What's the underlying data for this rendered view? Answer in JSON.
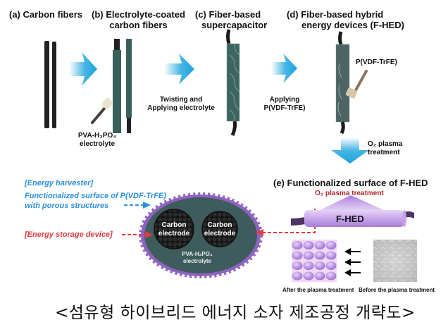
{
  "steps": {
    "a": {
      "label": "(a) Carbon fibers"
    },
    "b": {
      "label_line1": "(b) Electrolyte-coated",
      "label_line2": "carbon fibers"
    },
    "c": {
      "label_line1": "(c) Fiber-based",
      "label_line2": "supercapacitor"
    },
    "d": {
      "label_line1": "(d) Fiber-based hybrid",
      "label_line2": "energy devices (F-HED)"
    },
    "e": {
      "label": "(e) Functionalized surface of F-HED"
    }
  },
  "annotations": {
    "electrolyte_line1": "PVA-H₃PO₄",
    "electrolyte_line2": "electrolyte",
    "twisting_line1": "Twisting and",
    "twisting_line2": "Applying electrolyte",
    "applying_line1": "Applying",
    "applying_line2": "P(VDF-TrFE)",
    "pvdf_brush_label": "P(VDF-TrFE)",
    "plasma_line1": "O₂ plasma",
    "plasma_line2": "treatment"
  },
  "cross_section": {
    "energy_harvester": "[Energy harvester]",
    "harvester_desc_line1": "Functionalized surface of P(VDF-TrFE)",
    "harvester_desc_line2": "with porous structures",
    "energy_storage": "[Energy storage device]",
    "electrode1_line1": "Carbon",
    "electrode1_line2": "electrode",
    "electrode2_line1": "Carbon",
    "electrode2_line2": "electrode",
    "electrolyte_line1": "PVA-H₃PO₄",
    "electrolyte_line2": "electrolyte"
  },
  "functionalized": {
    "plasma_label": "O₂ plasma treatment",
    "device_label": "F-HED",
    "after_label": "After the plasma  treatment",
    "before_label": "Before the plasma treatment"
  },
  "caption": "<섬유형 하이브리드 에너지 소자 제조공정 개략도>",
  "colors": {
    "arrow_blue": "#1aa3dd",
    "fiber_black": "#222222",
    "coating_teal": "#3b5f5a",
    "harvester_blue": "#2a8fe0",
    "storage_red": "#e0393e",
    "plasma_purple": "#b98ee0",
    "plasma_text_red": "#b3262b"
  }
}
